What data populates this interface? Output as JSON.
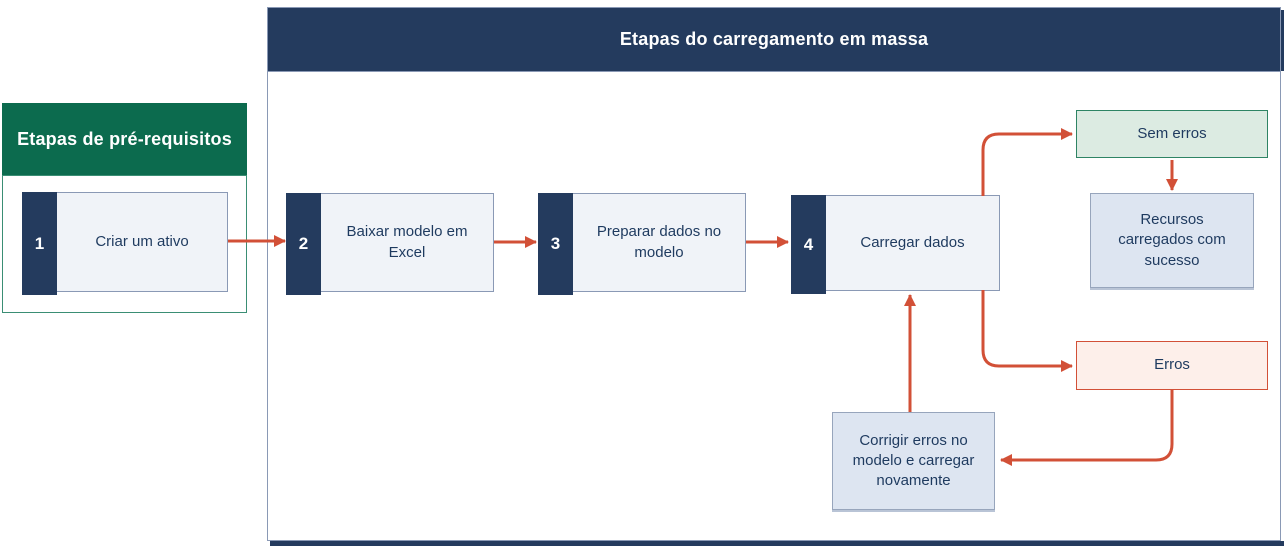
{
  "colors": {
    "navy": "#243B5E",
    "green": "#0C6B4E",
    "green_border": "#3A8E74",
    "arrow": "#D25037",
    "panel_border": "#8A99B5",
    "step_fill": "#F0F3F8",
    "info_fill": "#DDE5F1",
    "info_border": "#97A5BC",
    "success_fill": "#DCEBE2",
    "success_border": "#2E8464",
    "error_fill": "#FDEFEA",
    "error_border": "#D25037",
    "text": "#1E3A5F"
  },
  "prereq_section": {
    "title": "Etapas de pré-requisitos",
    "steps": [
      {
        "number": "1",
        "label": "Criar um ativo"
      }
    ]
  },
  "main_section": {
    "title": "Etapas do carregamento em massa",
    "steps": [
      {
        "number": "2",
        "label": "Baixar modelo em Excel"
      },
      {
        "number": "3",
        "label": "Preparar dados no modelo"
      },
      {
        "number": "4",
        "label": "Carregar dados"
      }
    ],
    "outcomes": {
      "no_errors": "Sem erros",
      "success_result": "Recursos carregados com sucesso",
      "errors": "Erros",
      "fix_action": "Corrigir erros no modelo e carregar novamente"
    }
  }
}
